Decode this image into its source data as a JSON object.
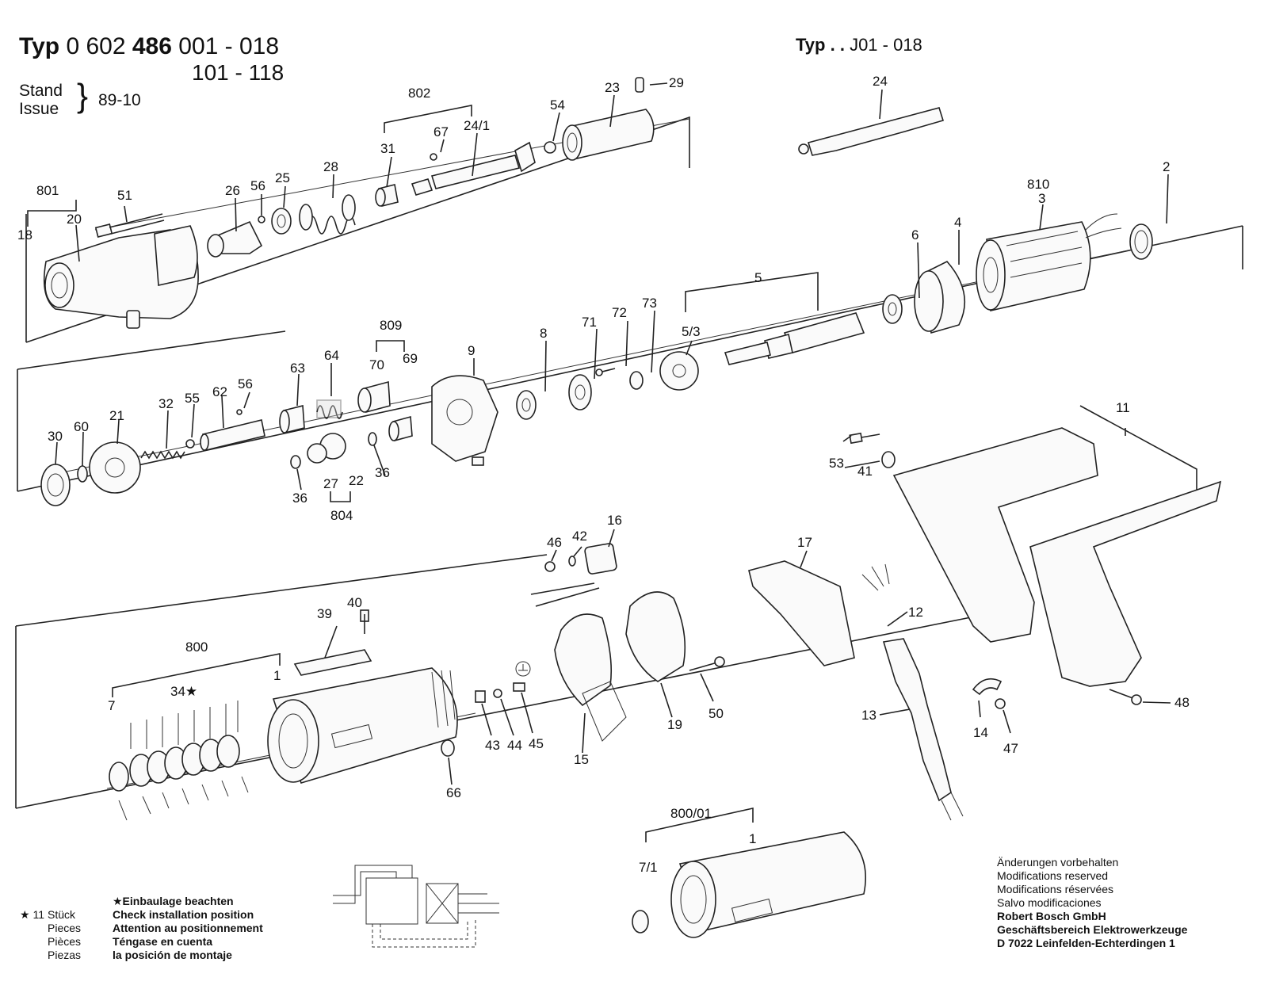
{
  "header": {
    "typ_label": "Typ",
    "typ_number_a": "0 602",
    "typ_number_b": "486",
    "typ_range_1": "001 - 018",
    "typ_range_2": "101 - 118",
    "stand_label": "Stand",
    "issue_label": "Issue",
    "stand_date": "89-10",
    "typ_right_label": "Typ . .",
    "typ_right_range": "J01 - 018"
  },
  "callouts": {
    "c18": "18",
    "c801": "801",
    "c20": "20",
    "c51": "51",
    "c26": "26",
    "c56a": "56",
    "c25": "25",
    "c28": "28",
    "c802": "802",
    "c31": "31",
    "c67": "67",
    "c24_1": "24/1",
    "c54": "54",
    "c23": "23",
    "c29": "29",
    "c24": "24",
    "c810": "810",
    "c3": "3",
    "c2": "2",
    "c6": "6",
    "c4": "4",
    "c5": "5",
    "c5_3": "5/3",
    "c73": "73",
    "c72": "72",
    "c71": "71",
    "c8": "8",
    "c9": "9",
    "c809": "809",
    "c70": "70",
    "c69": "69",
    "c64": "64",
    "c63": "63",
    "c56b": "56",
    "c62": "62",
    "c55": "55",
    "c32": "32",
    "c21": "21",
    "c60": "60",
    "c30": "30",
    "c36a": "36",
    "c27": "27",
    "c22": "22",
    "c36b": "36",
    "c804": "804",
    "c11": "11",
    "c53": "53",
    "c41": "41",
    "c16": "16",
    "c42": "42",
    "c46": "46",
    "c17": "17",
    "c12": "12",
    "c13": "13",
    "c14": "14",
    "c47": "47",
    "c48": "48",
    "c800": "800",
    "c7": "7",
    "c34": "34★",
    "c1a": "1",
    "c39": "39",
    "c40": "40",
    "c43": "43",
    "c44": "44",
    "c45": "45",
    "c66": "66",
    "c15": "15",
    "c19": "19",
    "c50": "50",
    "c800_01": "800/01",
    "c7_1": "7/1",
    "c1b": "1"
  },
  "legend": {
    "star_note_de": "★Einbaulage beachten",
    "star_note_en": "Check installation position",
    "star_note_fr": "Attention au positionnement",
    "star_note_es1": "Téngase en cuenta",
    "star_note_es2": "la posición de montaje",
    "qty": "★ 11",
    "unit_de": "Stück",
    "unit_en": "Pieces",
    "unit_fr": "Pièces",
    "unit_es": "Piezas"
  },
  "footer": {
    "mod_de": "Änderungen vorbehalten",
    "mod_en": "Modifications reserved",
    "mod_fr": "Modifications réservées",
    "mod_es": "Salvo modificaciones",
    "company": "Robert Bosch GmbH",
    "division": "Geschäftsbereich Elektrowerkzeuge",
    "address": "D 7022 Leinfelden-Echterdingen 1"
  }
}
